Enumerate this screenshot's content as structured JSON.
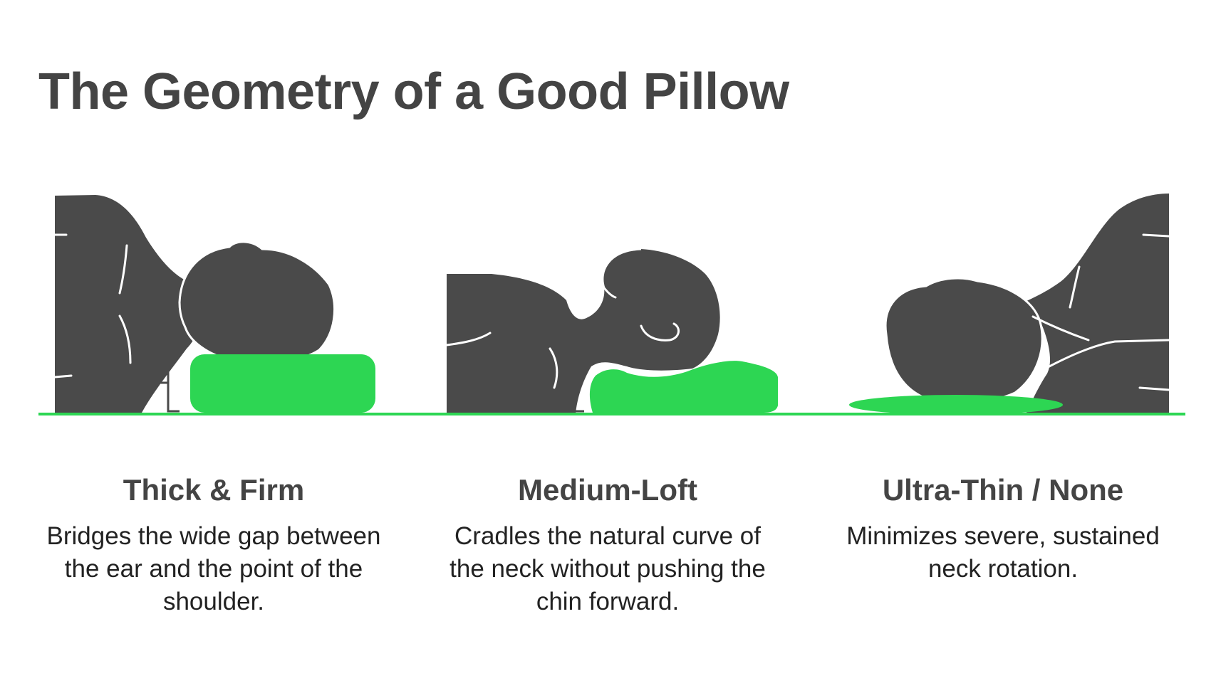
{
  "title": "The Geometry of a Good Pillow",
  "colors": {
    "silhouette": "#4a4a4a",
    "pillow": "#2dd653",
    "floor_line": "#2dd653",
    "body_line": "#ffffff",
    "bracket": "#4a4a4a"
  },
  "panels": [
    {
      "heading": "Thick & Firm",
      "description": "Bridges the wide gap between the ear and the point of the shoulder."
    },
    {
      "heading": "Medium-Loft",
      "description": "Cradles the natural curve of the neck without pushing the chin forward."
    },
    {
      "heading": "Ultra-Thin / None",
      "description": "Minimizes severe, sustained neck rotation."
    }
  ]
}
